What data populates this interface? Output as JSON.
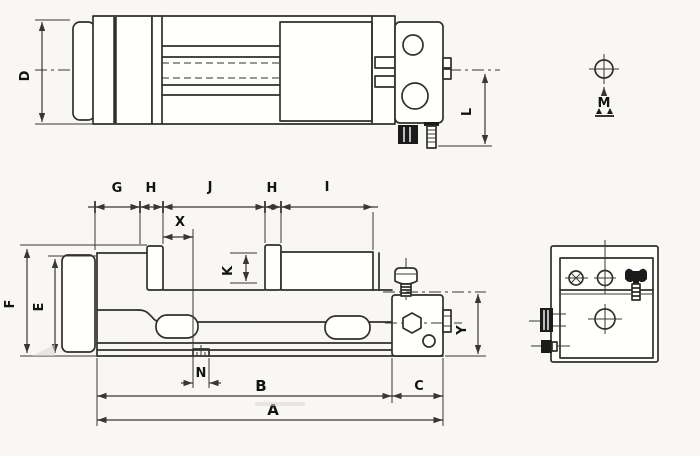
{
  "colors": {
    "background": "#f8f7f3",
    "line": "#33322e",
    "dim": "#3b3a36",
    "label": "#171717",
    "fill": "#fcfbf8",
    "dark": "#1f1f1f"
  },
  "labels": {
    "plan_height": "D",
    "plan_end_height": "L",
    "thread_detail": "M",
    "chain": [
      "G",
      "H",
      "J",
      "H",
      "I"
    ],
    "jaw_offset": "X",
    "jaw_depth": "K",
    "total_height": "F",
    "body_height": "E",
    "keyway_width": "N",
    "body_length": "B",
    "end_length": "C",
    "overall_length": "A",
    "end_height": "Y"
  }
}
